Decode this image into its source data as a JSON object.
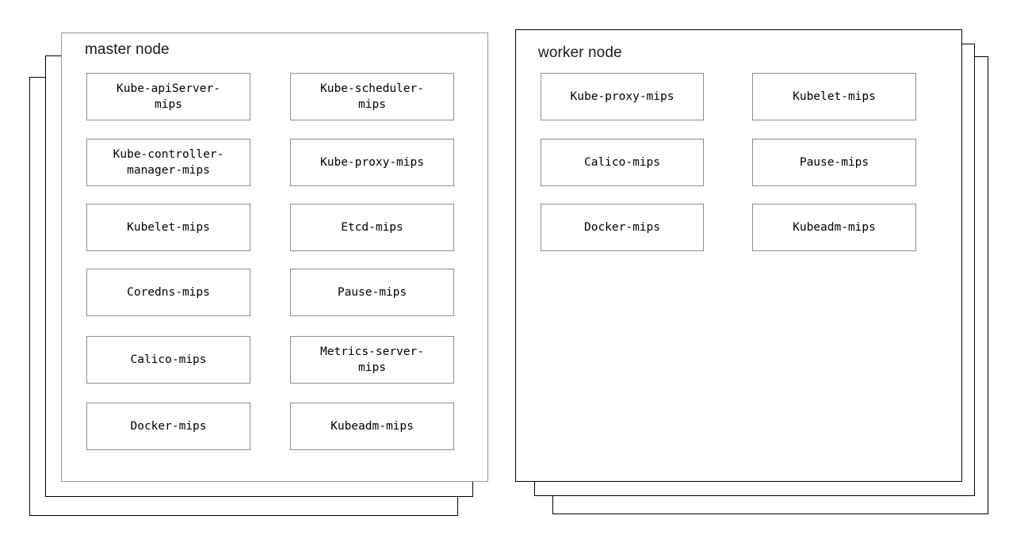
{
  "diagram": {
    "type": "kubernetes-cluster-node-diagram",
    "background_color": "#ffffff",
    "nodes": [
      {
        "id": "master-node",
        "title": "master node",
        "stack_layers": 3,
        "front_border_color": "#9a9a9a",
        "back_border_color": "#000000",
        "stack_direction": "down-left",
        "components": [
          {
            "label": "Kube-apiServer-\nmips",
            "column": "left",
            "row": 1
          },
          {
            "label": "Kube-scheduler-\nmips",
            "column": "right",
            "row": 1
          },
          {
            "label": "Kube-controller-\nmanager-mips",
            "column": "left",
            "row": 2
          },
          {
            "label": "Kube-proxy-mips",
            "column": "right",
            "row": 2
          },
          {
            "label": "Kubelet-mips",
            "column": "left",
            "row": 3
          },
          {
            "label": "Etcd-mips",
            "column": "right",
            "row": 3
          },
          {
            "label": "Coredns-mips",
            "column": "left",
            "row": 4
          },
          {
            "label": "Pause-mips",
            "column": "right",
            "row": 4
          },
          {
            "label": "Calico-mips",
            "column": "left",
            "row": 5
          },
          {
            "label": "Metrics-server-\nmips",
            "column": "right",
            "row": 5
          },
          {
            "label": "Docker-mips",
            "column": "left",
            "row": 6
          },
          {
            "label": "Kubeadm-mips",
            "column": "right",
            "row": 6
          }
        ]
      },
      {
        "id": "worker-node",
        "title": "worker node",
        "stack_layers": 3,
        "front_border_color": "#000000",
        "back_border_color": "#000000",
        "stack_direction": "down-right",
        "components": [
          {
            "label": "Kube-proxy-mips",
            "column": "left",
            "row": 1
          },
          {
            "label": "Kubelet-mips",
            "column": "right",
            "row": 1
          },
          {
            "label": "Calico-mips",
            "column": "left",
            "row": 2
          },
          {
            "label": "Pause-mips",
            "column": "right",
            "row": 2
          },
          {
            "label": "Docker-mips",
            "column": "left",
            "row": 3
          },
          {
            "label": "Kubeadm-mips",
            "column": "right",
            "row": 3
          }
        ]
      }
    ]
  }
}
